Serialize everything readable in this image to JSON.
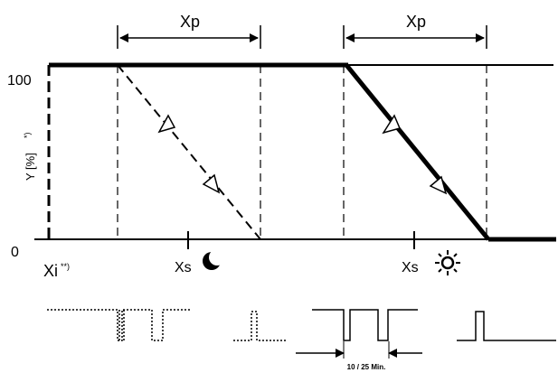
{
  "diagram": {
    "labels": {
      "xp": "Xp",
      "y_axis": "Y [%]",
      "y_axis_note": "*)",
      "y_100": "100",
      "y_0": "0",
      "xi": "Xi",
      "xi_note": "**)",
      "xs_night": "Xs",
      "xs_day": "Xs",
      "duration": "10 / 25 Min."
    },
    "icons": {
      "night": "moon-icon",
      "day": "sun-icon"
    },
    "colors": {
      "line": "#000000",
      "background": "#ffffff"
    }
  }
}
